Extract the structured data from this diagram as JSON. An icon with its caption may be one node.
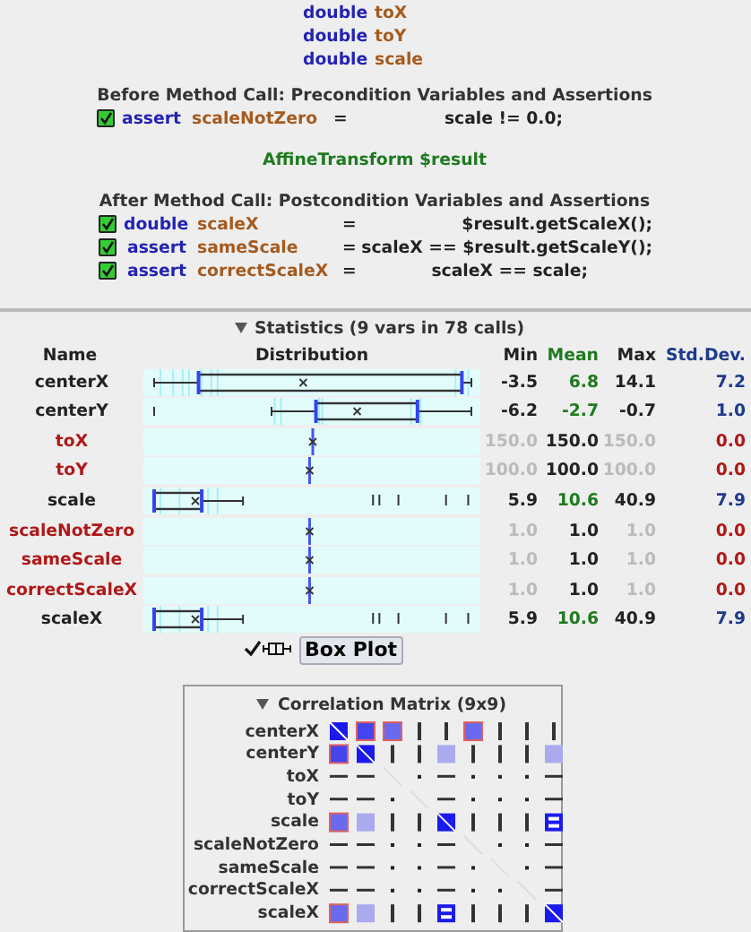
{
  "diagram": {
    "labels": [
      "double",
      "toX",
      "double",
      "toY",
      "double",
      "scale",
      "Before Method Call: Precondition Variables and Assertions",
      "assert",
      "scaleNotZero",
      "=",
      "scale != 0.0;",
      "AffineTransform $result",
      "After Method Call: Postcondition Variables and Assertions",
      "double",
      "scaleX",
      "=",
      "$result.getScaleX();",
      "assert",
      "sameScale",
      "=",
      "scaleX == $result.getScaleY();",
      "assert",
      "correctScaleX",
      "=",
      "scaleX == scale;",
      "Statistics (9 vars in 78 calls)",
      "Name",
      "Distribution",
      "Min",
      "Mean",
      "Max",
      "Std.Dev.",
      "centerX",
      "-3.5",
      "6.8",
      "14.1",
      "7.2",
      "centerY",
      "-6.2",
      "-2.7",
      "-0.7",
      "1.0",
      "toX",
      "150.0",
      "150.0",
      "150.0",
      "0.0",
      "toY",
      "100.0",
      "100.0",
      "100.0",
      "0.0",
      "scale",
      "5.9",
      "10.6",
      "40.9",
      "7.9",
      "scaleNotZero",
      "1.0",
      "1.0",
      "1.0",
      "0.0",
      "sameScale",
      "1.0",
      "1.0",
      "1.0",
      "0.0",
      "correctScaleX",
      "1.0",
      "1.0",
      "1.0",
      "0.0",
      "scaleX",
      "5.9",
      "10.6",
      "40.9",
      "7.9",
      "Box Plot",
      "Correlation Matrix (9x9)",
      "centerX",
      "centerY",
      "toX",
      "toY",
      "scale",
      "scaleNotZero",
      "sameScale",
      "correctScaleX",
      "scaleX"
    ]
  }
}
